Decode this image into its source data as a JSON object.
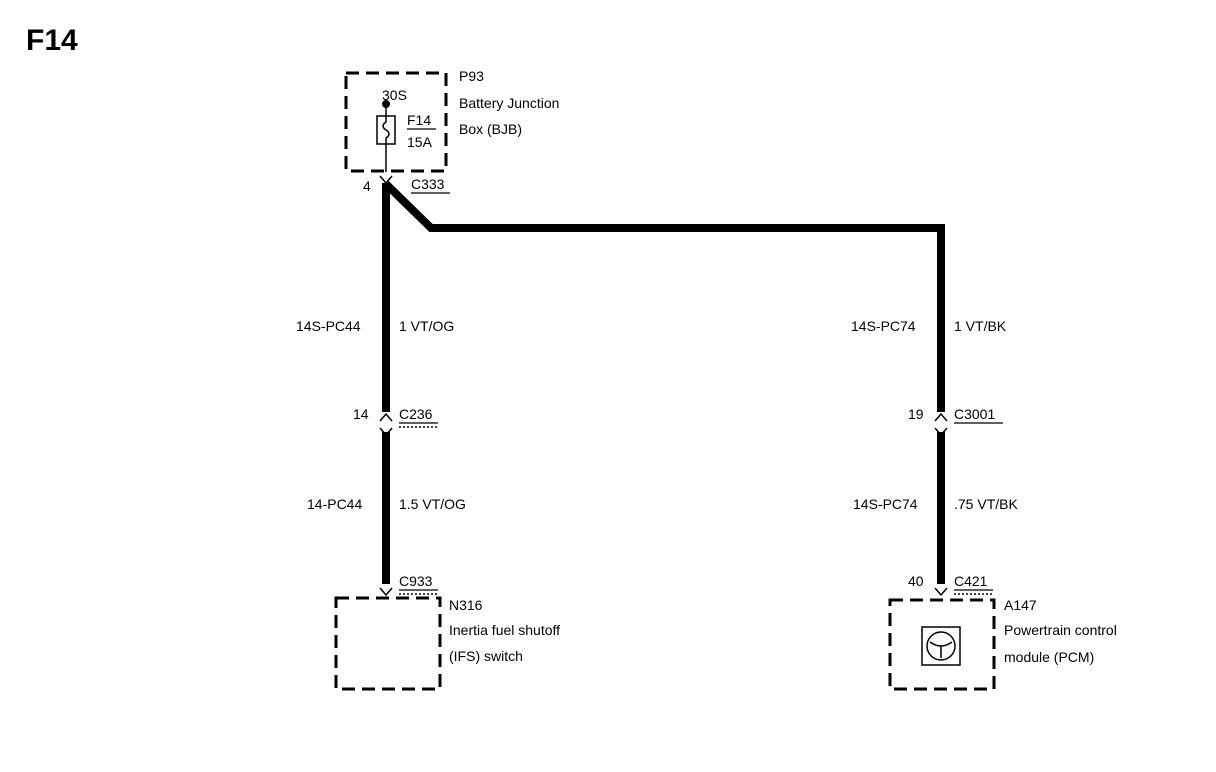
{
  "page_title": "F14",
  "bjb": {
    "id": "P93",
    "name_line1": "Battery Junction",
    "name_line2": "Box (BJB)",
    "terminal": "30S",
    "fuse_id": "F14",
    "fuse_rating": "15A"
  },
  "connectors": {
    "c333": {
      "pin": "4",
      "name": "C333"
    },
    "c236": {
      "pin": "14",
      "name": "C236"
    },
    "c3001": {
      "pin": "19",
      "name": "C3001"
    },
    "c933": {
      "name": "C933"
    },
    "c421": {
      "pin": "40",
      "name": "C421"
    }
  },
  "wires": {
    "left_upper": {
      "circuit": "14S-PC44",
      "spec": "1 VT/OG"
    },
    "left_lower": {
      "circuit": "14-PC44",
      "spec": "1.5 VT/OG"
    },
    "right_upper": {
      "circuit": "14S-PC74",
      "spec": "1 VT/BK"
    },
    "right_lower": {
      "circuit": "14S-PC74",
      "spec": ".75 VT/BK"
    }
  },
  "components": {
    "ifs": {
      "id": "N316",
      "line1": "Inertia fuel shutoff",
      "line2": "(IFS) switch"
    },
    "pcm": {
      "id": "A147",
      "line1": "Powertrain control",
      "line2": "module (PCM)"
    }
  }
}
